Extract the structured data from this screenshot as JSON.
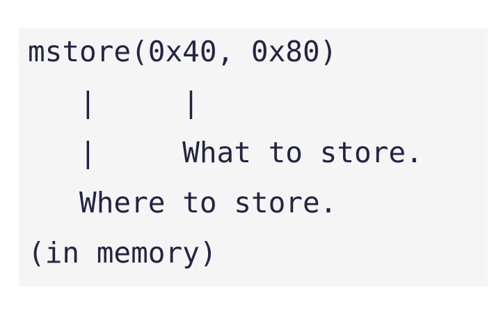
{
  "code": {
    "lines": [
      "mstore(0x40, 0x80)",
      "   |     |",
      "   |     What to store.",
      "   Where to store.",
      "(in memory)"
    ]
  }
}
